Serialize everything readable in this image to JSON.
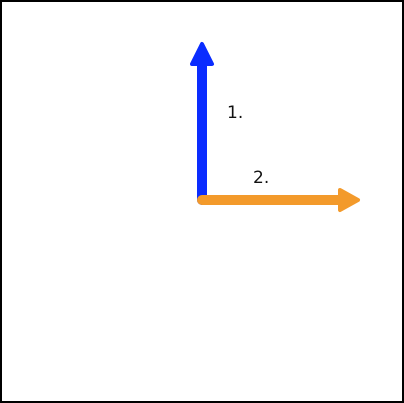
{
  "diagram": {
    "arrows": [
      {
        "label": "1.",
        "color": "#0a2cff",
        "direction": "up"
      },
      {
        "label": "2.",
        "color": "#f39a2b",
        "direction": "right"
      }
    ]
  },
  "colors": {
    "background": "#ffffff",
    "frame": "#000000"
  }
}
